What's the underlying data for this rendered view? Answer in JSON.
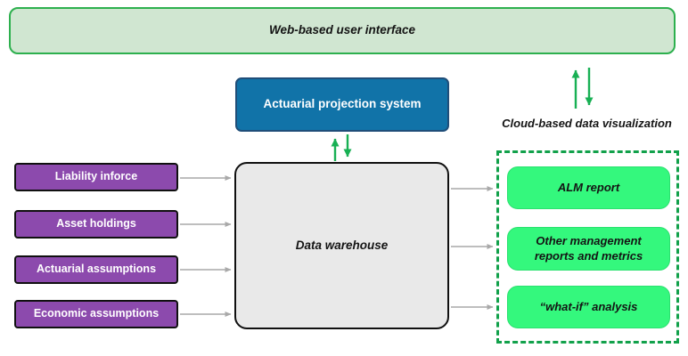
{
  "diagram": {
    "top_bar": {
      "label": "Web-based user interface"
    },
    "projection_system": {
      "label": "Actuarial projection system"
    },
    "warehouse": {
      "label": "Data warehouse"
    },
    "inputs": {
      "items": [
        {
          "label": "Liability inforce"
        },
        {
          "label": "Asset holdings"
        },
        {
          "label": "Actuarial assumptions"
        },
        {
          "label": "Economic assumptions"
        }
      ]
    },
    "visualization": {
      "label": "Cloud-based data visualization",
      "items": [
        {
          "label": "ALM report"
        },
        {
          "label": "Other management reports and metrics"
        },
        {
          "label": "“what-if” analysis"
        }
      ]
    },
    "colors": {
      "top_bar_fill": "#d0e6d1",
      "top_bar_border": "#2db04e",
      "blue_fill": "#1173a8",
      "blue_border": "#1f4e79",
      "purple_fill": "#8c4aad",
      "warehouse_fill": "#e9e9e9",
      "bright_green_fill": "#34f87d",
      "dashed_border_green": "#12a14b",
      "green_arrow": "#18b054",
      "gray_arrow": "#a9a9a9"
    }
  }
}
